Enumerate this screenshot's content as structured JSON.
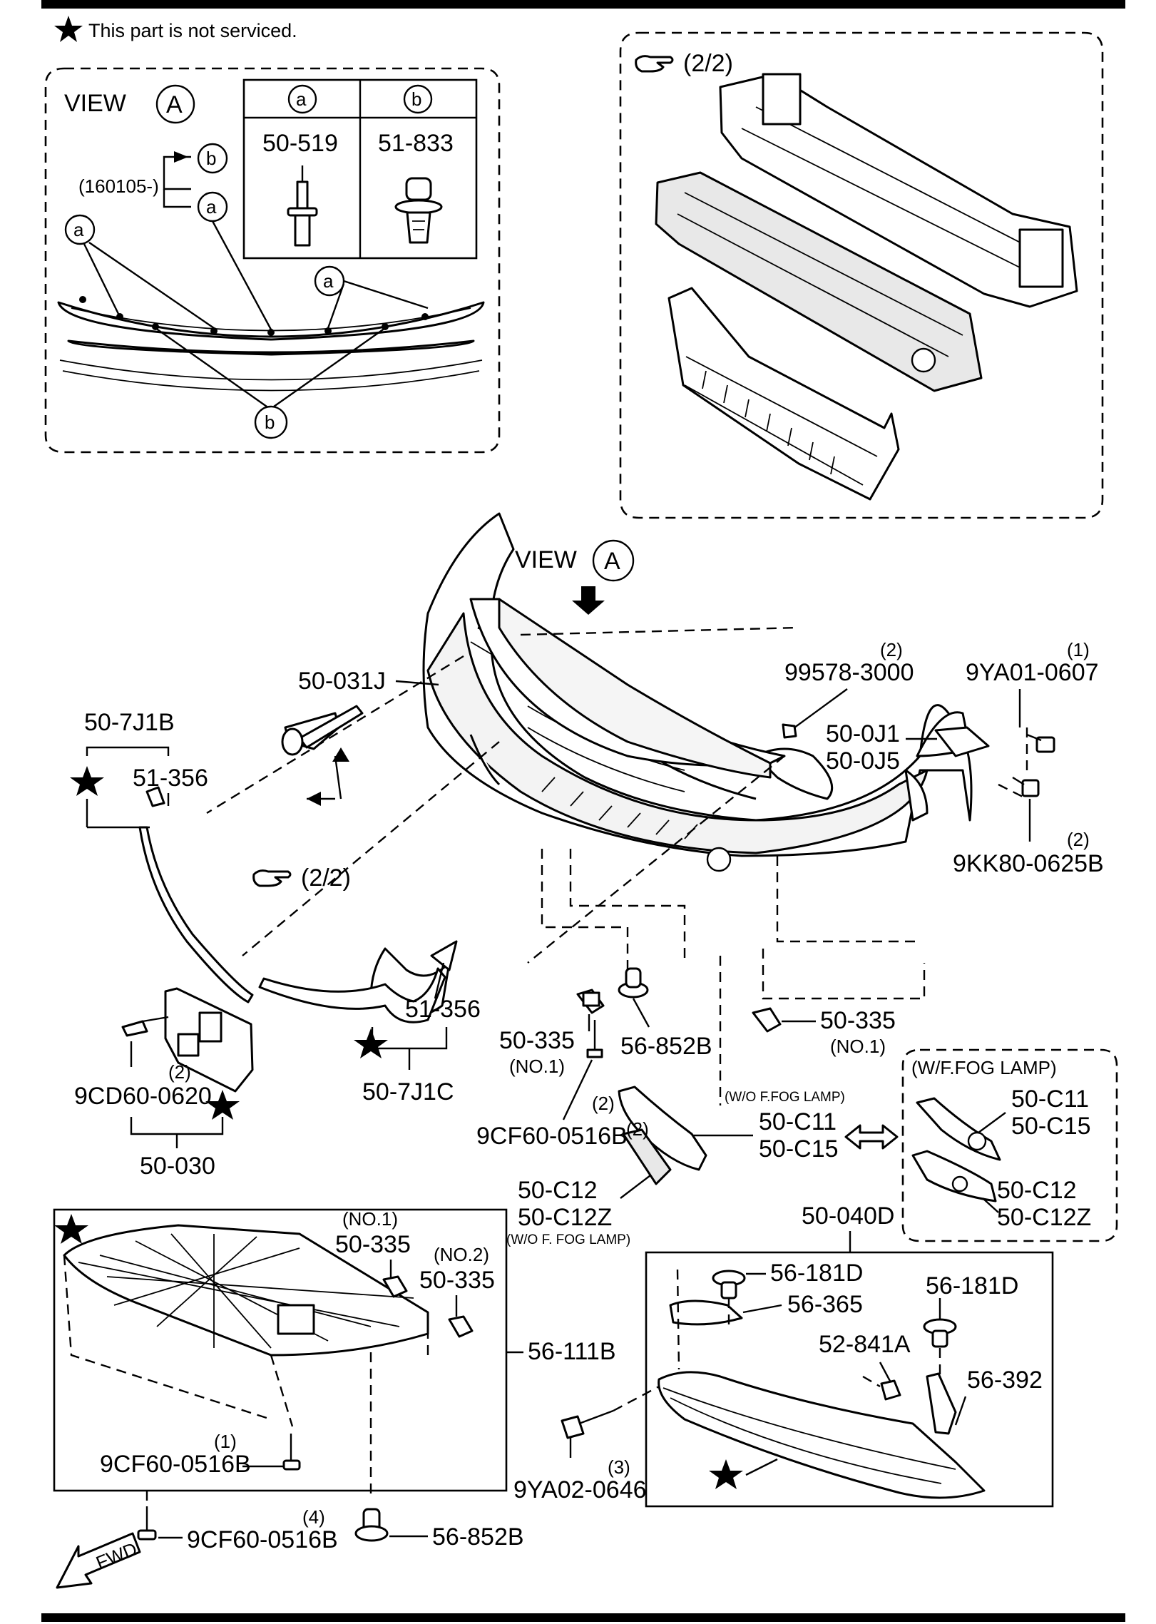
{
  "note": "This part is not serviced.",
  "view_a": {
    "title": "VIEW",
    "letter": "A",
    "table": {
      "col_a": "a",
      "col_b": "b",
      "part_a": "50-519",
      "part_b": "51-833"
    },
    "date_code": "(160105-)",
    "callout_a": "a",
    "callout_b": "b"
  },
  "ref_22": "(2/2)",
  "view_main": {
    "title": "VIEW",
    "letter": "A"
  },
  "labels": {
    "p50_031J": "50-031J",
    "p50_7J1B": "50-7J1B",
    "p51_356_left": "51-356",
    "p99578": "99578-3000",
    "q99578": "(2)",
    "p9YA01": "9YA01-0607",
    "q9YA01": "(1)",
    "p50_0J1": "50-0J1",
    "p50_0J5": "50-0J5",
    "p9KK80": "9KK80-0625B",
    "q9KK80": "(2)",
    "p51_356_right": "51-356",
    "p50_7J1C": "50-7J1C",
    "p9CD60": "9CD60-0620",
    "q9CD60": "(2)",
    "p50_030": "50-030",
    "p50_335_a": "50-335",
    "n50_335_a": "(NO.1)",
    "p56_852B_a": "56-852B",
    "p50_335_b": "50-335",
    "n50_335_b": "(NO.1)",
    "p9CF60_a": "9CF60-0516B",
    "q9CF60_a": "(2)",
    "wo_fog_a": "(W/O F.FOG LAMP)",
    "p50_C11": "50-C11",
    "p50_C15": "50-C15",
    "p50_C12": "50-C12",
    "p50_C12Z": "50-C12Z",
    "wo_fog_b": "(W/O F. FOG LAMP)",
    "w_fog_title": "(W/F.FOG LAMP)",
    "p50_C11_b": "50-C11",
    "p50_C15_b": "50-C15",
    "p50_C12_b": "50-C12",
    "p50_C12Z_b": "50-C12Z",
    "p50_040D": "50-040D",
    "n50_335_c": "(NO.1)",
    "p50_335_c": "50-335",
    "n50_335_d": "(NO.2)",
    "p50_335_d": "50-335",
    "p56_111B": "56-111B",
    "p9CF60_b": "9CF60-0516B",
    "q9CF60_b": "(1)",
    "p9CF60_c": "9CF60-0516B",
    "q9CF60_c": "(4)",
    "p56_852B_b": "56-852B",
    "p56_181D_a": "56-181D",
    "p56_365": "56-365",
    "p56_181D_b": "56-181D",
    "p52_841A": "52-841A",
    "p56_392": "56-392",
    "p9YA02": "9YA02-0646",
    "q9YA02": "(3)",
    "fwd": "FWD"
  },
  "icons": [
    "star-icon",
    "pointing-hand-icon",
    "fwd-arrow-icon",
    "double-arrow-icon",
    "drop-arrow-icon"
  ]
}
